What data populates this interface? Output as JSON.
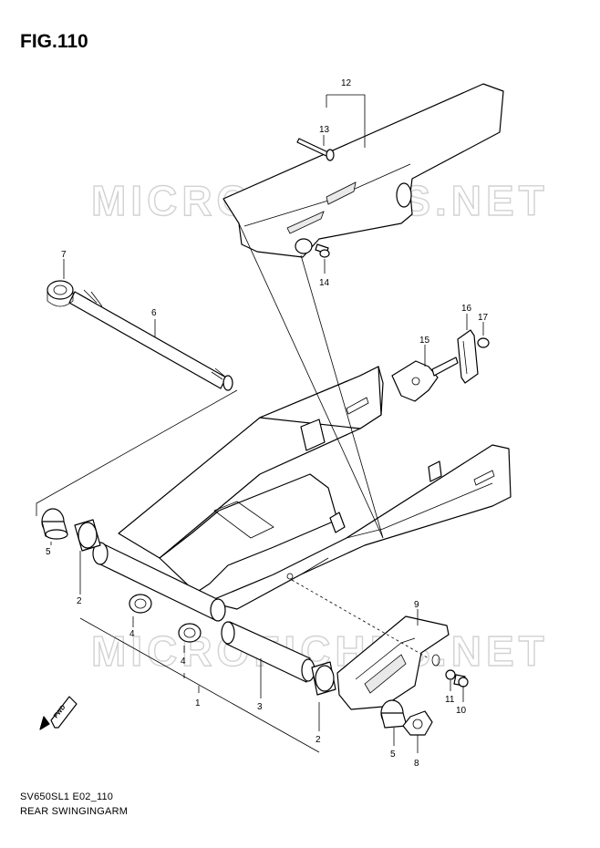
{
  "figure": {
    "title": "FIG.110",
    "code": "SV650SL1 E02_110",
    "name": "REAR SWINGINGARM",
    "watermark": "MICROFICHES.NET",
    "direction_label": "FWD"
  },
  "callouts": [
    "12",
    "13",
    "14",
    "7",
    "6",
    "16",
    "17",
    "15",
    "5",
    "2",
    "4",
    "4",
    "1",
    "3",
    "2",
    "9",
    "11",
    "10",
    "5",
    "8"
  ]
}
